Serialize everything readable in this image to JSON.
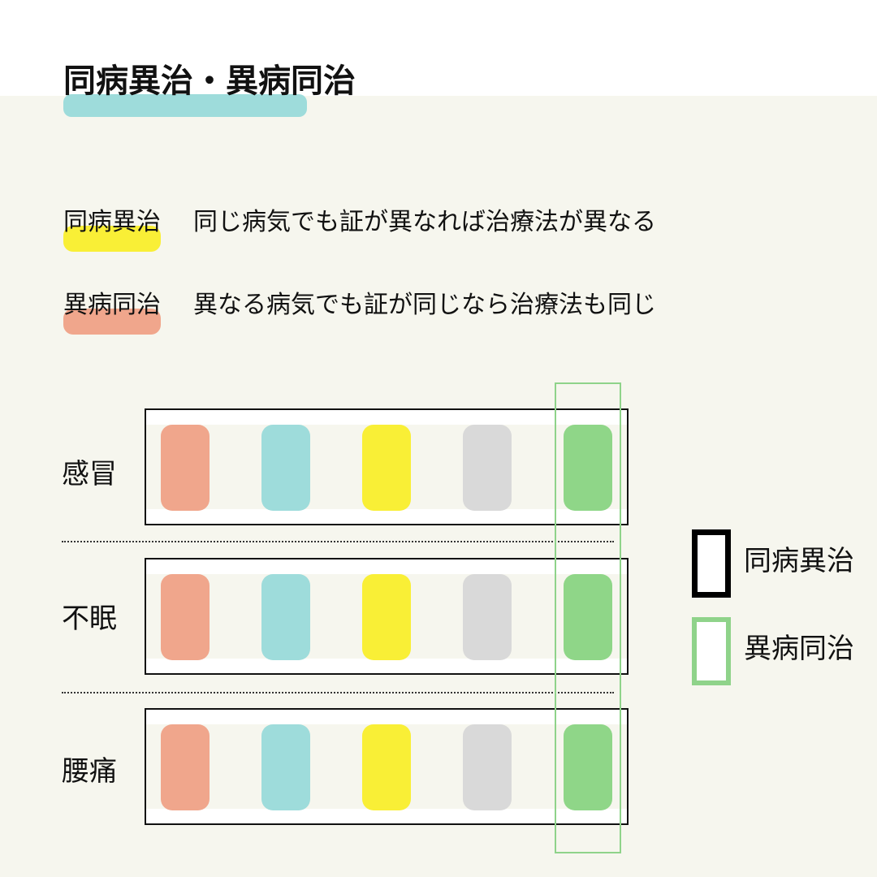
{
  "title": "同病異治・異病同治",
  "definitions": [
    {
      "term": "同病異治",
      "description": "同じ病気でも証が異なれば治療法が異なる",
      "highlight": "#f9ef36"
    },
    {
      "term": "異病同治",
      "description": "異なる病気でも証が同じなら治療法も同じ",
      "highlight": "#f0a68c"
    }
  ],
  "rows": [
    {
      "label": "感冒"
    },
    {
      "label": "不眠"
    },
    {
      "label": "腰痛"
    }
  ],
  "pill_colors": [
    "#f0a68c",
    "#9edcdb",
    "#f9ef36",
    "#d9d9d9",
    "#8fd688"
  ],
  "legend": [
    {
      "label": "同病異治",
      "border_color": "#000000"
    },
    {
      "label": "異病同治",
      "border_color": "#8fd38a"
    }
  ],
  "colors": {
    "title_highlight": "#9edcdb",
    "background": "#f6f6ee"
  }
}
